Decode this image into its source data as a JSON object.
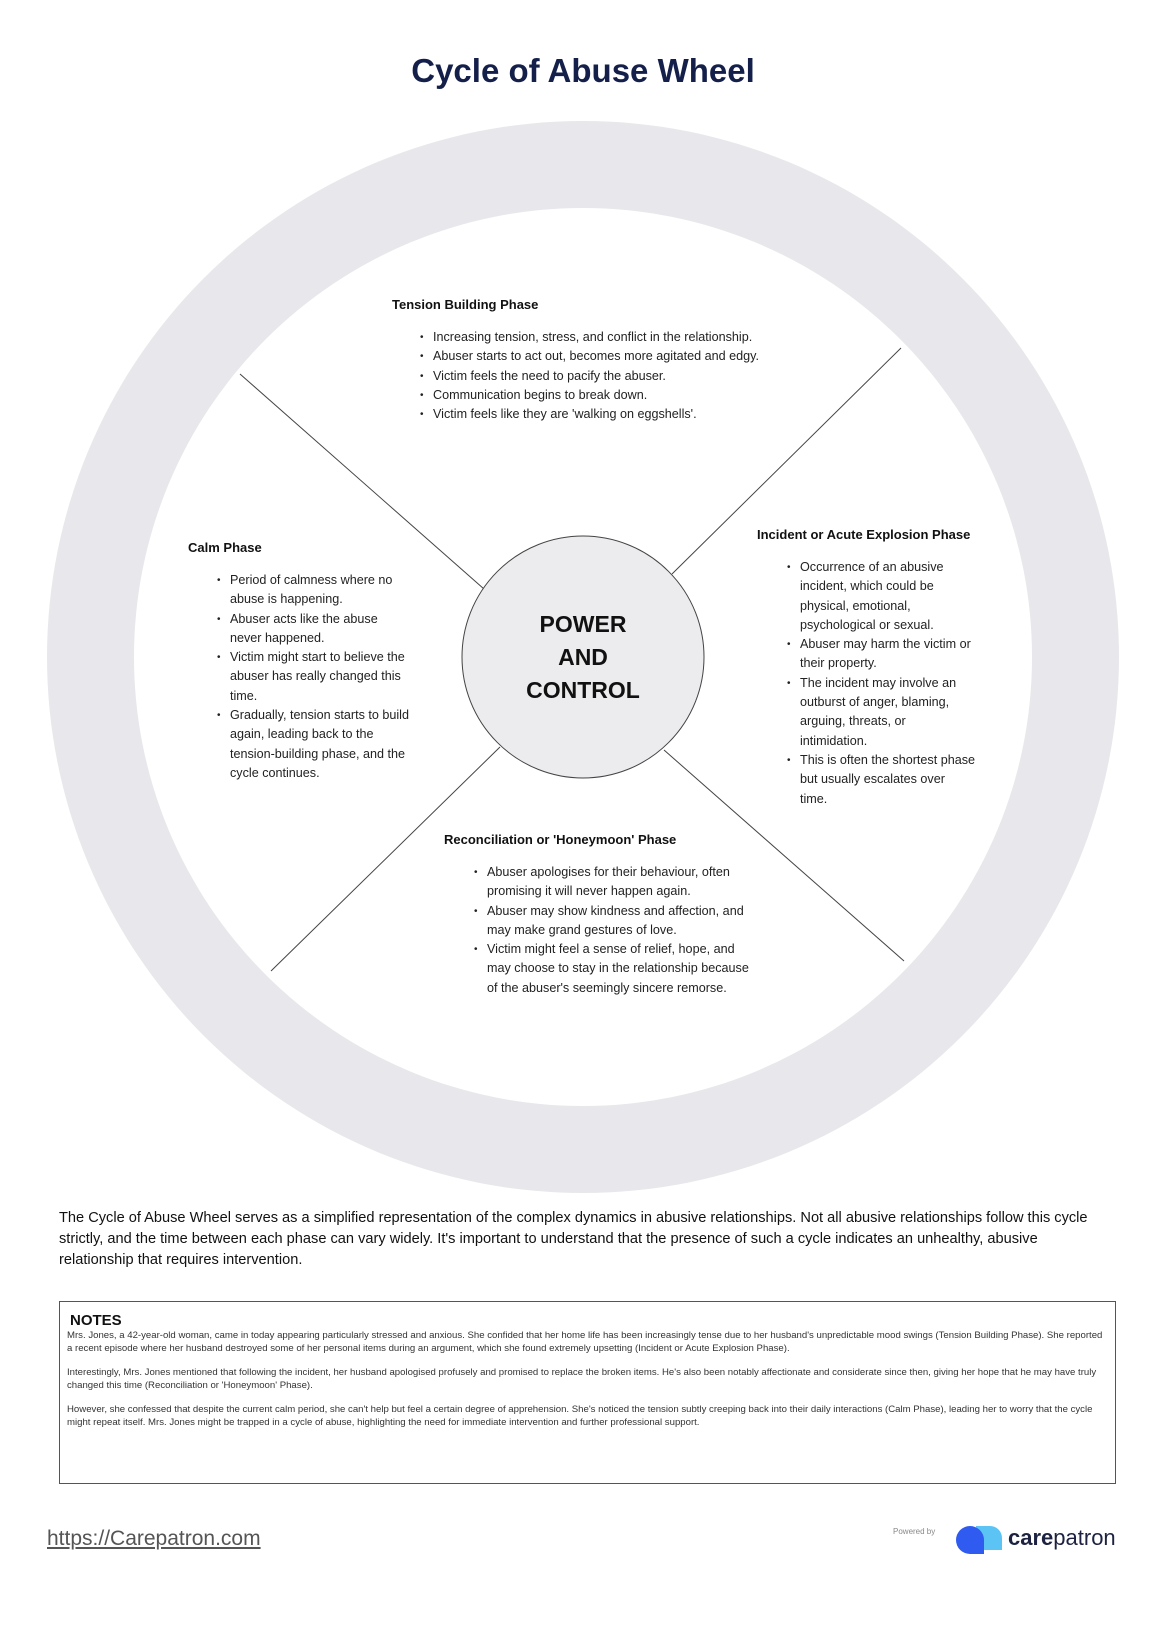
{
  "title": "Cycle of Abuse Wheel",
  "colors": {
    "wheel_ring": "#e8e8ec",
    "hub_fill": "#ececef",
    "title": "#14204a",
    "logo_blue": "#2f5bf0",
    "logo_light": "#5bc4f5"
  },
  "hub": {
    "line1": "POWER",
    "line2": "AND",
    "line3": "CONTROL"
  },
  "phases": {
    "tension": {
      "heading": "Tension Building Phase",
      "items": [
        "Increasing tension, stress, and conflict in the relationship.",
        "Abuser starts to act out, becomes more agitated and edgy.",
        "Victim feels the need to pacify the abuser.",
        "Communication begins to break down.",
        "Victim feels like they are 'walking on eggshells'."
      ]
    },
    "calm": {
      "heading": "Calm Phase",
      "items": [
        "Period of calmness where no abuse is happening.",
        "Abuser acts like the abuse never happened.",
        "Victim might start to believe the abuser has really changed this time.",
        "Gradually, tension starts to build again, leading back to the tension-building phase, and the cycle continues."
      ]
    },
    "incident": {
      "heading": "Incident or Acute Explosion Phase",
      "items": [
        "Occurrence of an abusive incident, which could be physical, emotional, psychological or sexual.",
        "Abuser may harm the victim or their property.",
        "The incident may involve an outburst of anger, blaming, arguing, threats, or intimidation.",
        "This is often the shortest phase but usually escalates over time."
      ]
    },
    "reconciliation": {
      "heading": "Reconciliation or 'Honeymoon' Phase",
      "items": [
        "Abuser apologises for their behaviour, often promising it will never happen again.",
        "Abuser may show kindness and affection, and may make grand gestures of love.",
        "Victim might feel a sense of relief, hope, and may choose to stay in the relationship because of the abuser's seemingly sincere remorse."
      ]
    }
  },
  "summary": "The Cycle of Abuse Wheel serves as a simplified representation of the complex dynamics in abusive relationships. Not all abusive relationships follow this cycle strictly, and the time between each phase can vary widely. It's important to understand that the presence of such a cycle indicates an unhealthy, abusive relationship that requires intervention.",
  "notes": {
    "heading": "NOTES",
    "paragraphs": [
      "Mrs. Jones, a 42-year-old woman, came in today appearing particularly stressed and anxious. She confided that her home life has been increasingly tense due to her husband's unpredictable mood swings (Tension Building Phase). She reported a recent episode where her husband destroyed some of her personal items during an argument, which she found extremely upsetting (Incident or Acute Explosion Phase).",
      "Interestingly, Mrs. Jones mentioned that following the incident, her husband apologised profusely and promised to replace the broken items. He's also been notably affectionate and considerate since then, giving her hope that he may have truly changed this time (Reconciliation or 'Honeymoon' Phase).",
      "However, she confessed that despite the current calm period, she can't help but feel a certain degree of apprehension. She's noticed the tension subtly creeping back into their daily interactions (Calm Phase), leading her to worry that the cycle might repeat itself. Mrs. Jones might be trapped in a cycle of abuse, highlighting the need for immediate intervention and further professional support."
    ]
  },
  "footer": {
    "link": "https://Carepatron.com",
    "powered_by": "Powered by",
    "logo_bold": "care",
    "logo_rest": "patron"
  }
}
